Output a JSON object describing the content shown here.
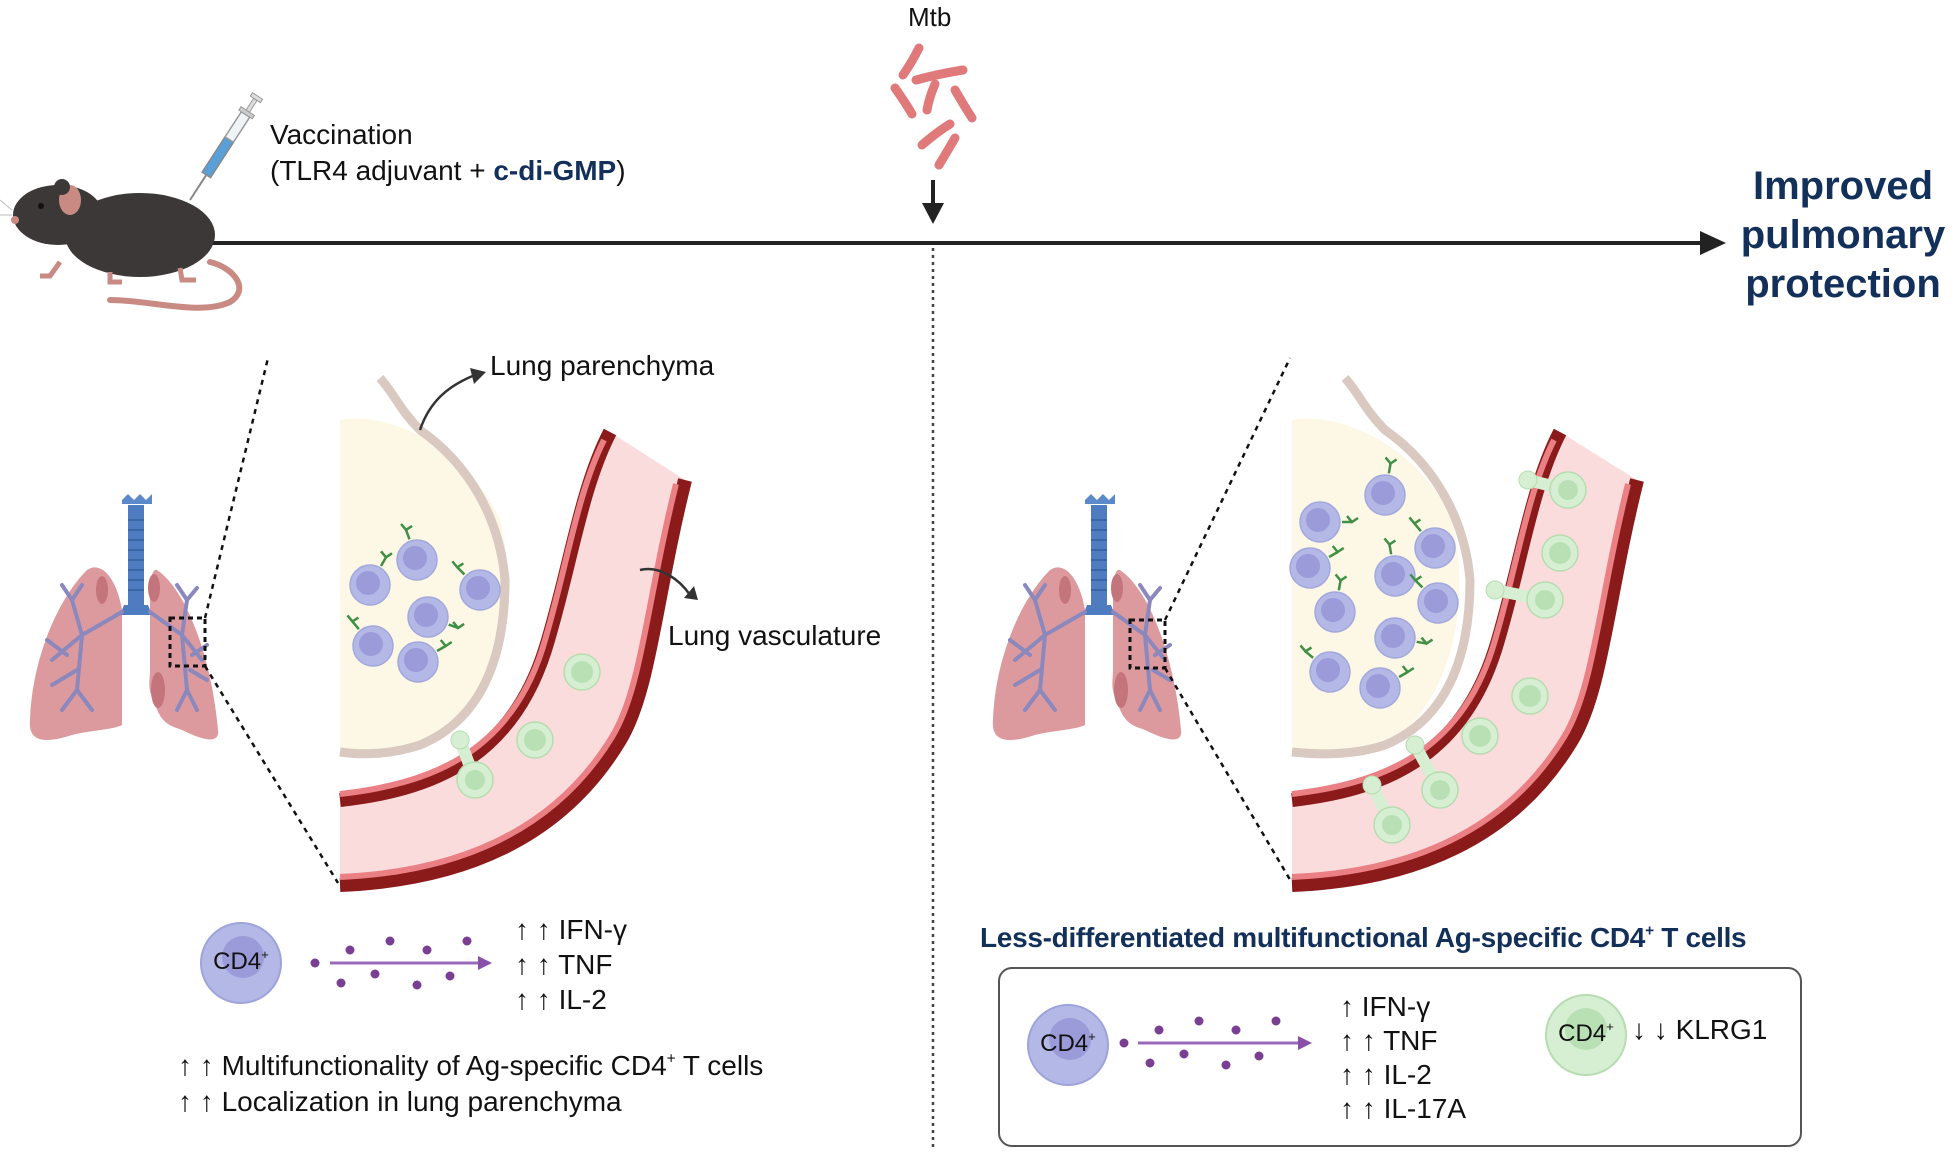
{
  "timeline": {
    "vaccination_title": "Vaccination",
    "vaccination_prefix": "(TLR4 adjuvant + ",
    "vaccination_adjuvant_highlight": "c-di-GMP",
    "vaccination_suffix": ")",
    "challenge_label": "Mtb",
    "outcome_lines": [
      "Improved",
      "pulmonary",
      "protection"
    ]
  },
  "illustration_labels": {
    "parenchyma": "Lung parenchyma",
    "vasculature": "Lung vasculature"
  },
  "left_panel": {
    "cell_label": "CD4",
    "cell_label_sup": "+",
    "cytokines": [
      {
        "arrows": "↑ ↑",
        "name": "IFN-γ"
      },
      {
        "arrows": "↑ ↑",
        "name": "TNF"
      },
      {
        "arrows": "↑ ↑",
        "name": "IL-2"
      }
    ],
    "summary": [
      {
        "arrows": "↑ ↑",
        "text_pre": "Multifunctionality of Ag-specific CD4",
        "sup": "+",
        "text_post": " T cells"
      },
      {
        "arrows": "↑ ↑",
        "text_pre": "Localization in lung parenchyma",
        "sup": "",
        "text_post": ""
      }
    ],
    "parenchyma_cell_count": 6,
    "vasculature_cell_count": 3
  },
  "right_panel": {
    "heading_pre": "Less-differentiated multifunctional Ag-specific CD4",
    "heading_sup": "+",
    "heading_post": " T cells",
    "cell_label": "CD4",
    "cell_label_sup": "+",
    "cytokines": [
      {
        "arrows": "↑",
        "name": "IFN-γ"
      },
      {
        "arrows": "↑ ↑",
        "name": "TNF"
      },
      {
        "arrows": "↑ ↑",
        "name": "IL-2"
      },
      {
        "arrows": "↑ ↑",
        "name": "IL-17A"
      }
    ],
    "klrg1_cell_label": "CD4",
    "klrg1_cell_label_sup": "+",
    "klrg1_arrows": "↓ ↓",
    "klrg1_marker": "KLRG1",
    "parenchyma_cell_count": 10,
    "vasculature_cell_count": 7
  },
  "colors": {
    "accent_navy": "#13305a",
    "cd4_blue_outer": "#b3b8e6",
    "cd4_blue_inner": "#9a9bd8",
    "cd4_green_outer": "#d6efd2",
    "cd4_green_inner": "#b9e0b4",
    "vessel_wall": "#8b1a1a",
    "vessel_lumen": "#fbdcdc",
    "lung_pink": "#dd9a9e",
    "trachea_blue": "#4f7cc0",
    "mtb_red": "#e07a7a",
    "cytokine_purple": "#7a3e93"
  }
}
